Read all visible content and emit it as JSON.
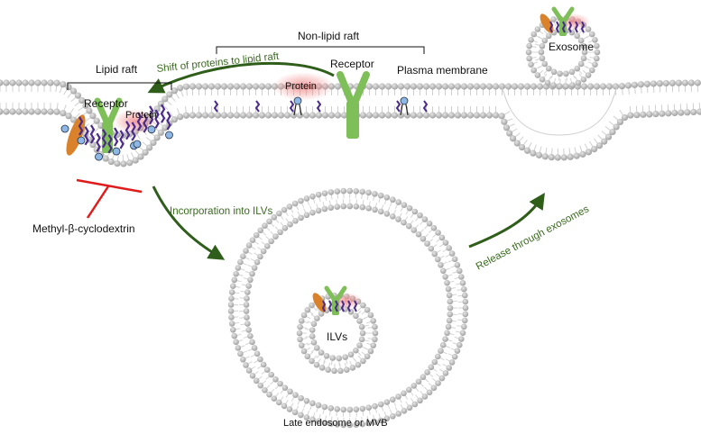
{
  "labels": {
    "lipid_raft": "Lipid raft",
    "non_lipid_raft": "Non-lipid raft",
    "receptor_left": "Receptor",
    "receptor_right": "Receptor",
    "protein_left": "Protein",
    "protein_right": "Protein",
    "plasma_membrane": "Plasma membrane",
    "exosome": "Exosome",
    "inhibitor": "Methyl-β-cyclodextrin",
    "ilvs": "ILVs",
    "late_endosome": "Late endosome or MVB"
  },
  "arrows": {
    "shift": "Shift of proteins to lipid raft",
    "incorporation": "Incorporation into ILVs",
    "release": "Release through exosomes"
  },
  "colors": {
    "lipid_head": "#bdbdbd",
    "arrow_green": "#2e5e1a",
    "receptor_green": "#7fbf5a",
    "protein_glow": "#f08a8a",
    "cholesterol_purple": "#4b2a8c",
    "sphingolipid_blue": "#8fb7e6",
    "orange_protein": "#d9822b",
    "inhibitor_red": "#e01b1b"
  }
}
